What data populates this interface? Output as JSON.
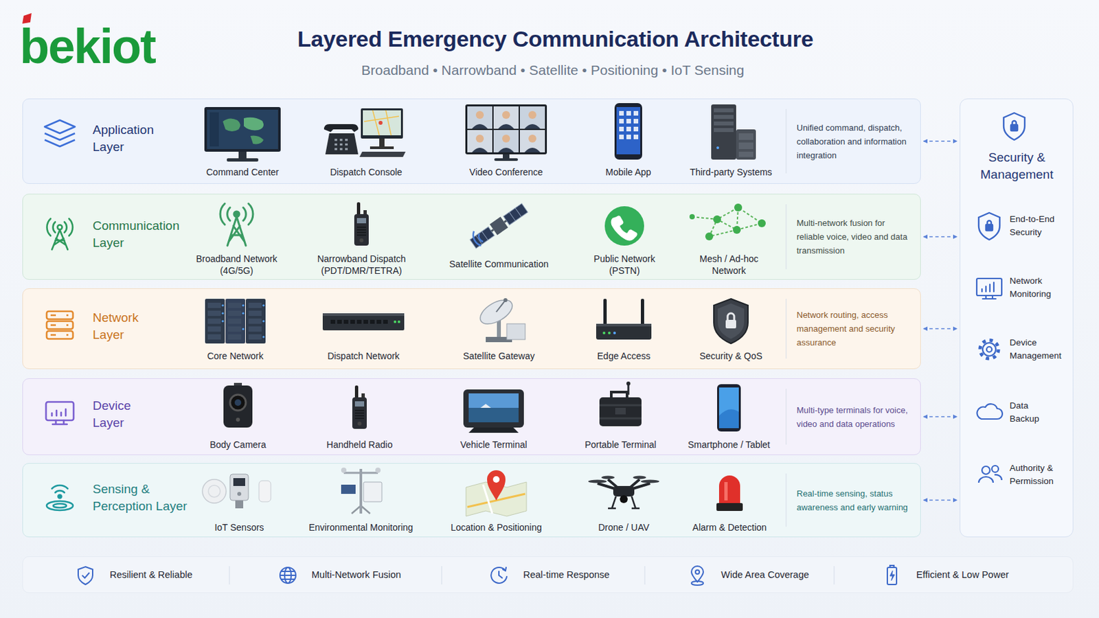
{
  "diagram": {
    "title": "Layered Emergency Communication Architecture",
    "nodes": [
      {
        "text": [
          "Application Layer",
          "Unified command, dispatch, collaboration and information integration"
        ]
      },
      {
        "text": [
          "Communication Layer",
          "Multi-network fusion for reliable voice, video and data transmission"
        ]
      },
      {
        "text": [
          "Network Layer",
          "Network routing, access management and security assurance"
        ]
      },
      {
        "text": [
          "Device Layer",
          "Multi-type terminals for voice, video and data operations"
        ]
      },
      {
        "text": [
          "Sensing & Perception Layer",
          "Real-time sensing, status awareness and early warning"
        ]
      },
      {
        "text": [
          "Security & Management"
        ]
      },
      {
        "text": [
          "Resilient & Reliable",
          "Multi-Network Fusion",
          "Real-time Response",
          "Wide Area Coverage",
          "Efficient & Low Power"
        ]
      }
    ],
    "edges": [
      {
        "from": 0,
        "to": 5,
        "arrow": "both"
      },
      {
        "from": 1,
        "to": 5,
        "arrow": "both"
      },
      {
        "from": 2,
        "to": 5,
        "arrow": "both"
      },
      {
        "from": 3,
        "to": 5,
        "arrow": "both"
      },
      {
        "from": 4,
        "to": 5,
        "arrow": "both"
      }
    ],
    "labels": [
      "bekiot",
      "Broadband • Narrowband • Satellite • Positioning • IoT Sensing",
      "Command Center",
      "Dispatch Console",
      "Video Conference",
      "Mobile App",
      "Third-party Systems",
      "Broadband Network (4G/5G)",
      "Narrowband Dispatch (PDT/DMR/TETRA)",
      "Satellite Communication",
      "Public Network (PSTN)",
      "Mesh / Ad-hoc Network",
      "Core Network",
      "Dispatch Network",
      "Satellite Gateway",
      "Edge Access",
      "Security & QoS",
      "Body Camera",
      "Handheld Radio",
      "Vehicle Terminal",
      "Portable Terminal",
      "Smartphone / Tablet",
      "IoT Sensors",
      "Environmental Monitoring",
      "Location & Positioning",
      "Drone / UAV",
      "Alarm & Detection",
      "End-to-End Security",
      "Network Monitoring",
      "Device Management",
      "Data Backup",
      "Authority & Permission"
    ]
  }
}
